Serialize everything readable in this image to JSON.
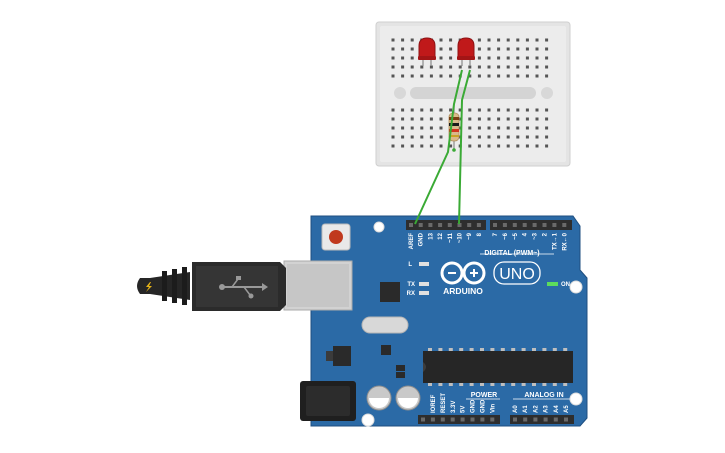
{
  "board": {
    "name": "ARDUINO",
    "model": "UNO",
    "on_label": "ON",
    "digital_label": "DIGITAL (PWM~)",
    "power_label": "POWER",
    "analog_label": "ANALOG IN",
    "led_l": "L",
    "led_tx": "TX",
    "led_rx": "RX",
    "digital_pins_left": [
      "AREF",
      "GND",
      "13",
      "12",
      "~11",
      "~10",
      "~9",
      "8"
    ],
    "digital_pins_right": [
      "7",
      "~6",
      "~5",
      "4",
      "~3",
      "2",
      "TX→1",
      "RX←0"
    ],
    "power_pins": [
      "IOREF",
      "RESET",
      "3.3V",
      "5V",
      "GND",
      "GND",
      "Vin"
    ],
    "analog_pins": [
      "A0",
      "A1",
      "A2",
      "A3",
      "A4",
      "A5"
    ]
  },
  "components": {
    "leds": [
      "led-1",
      "led-2"
    ],
    "resistor": "resistor",
    "wires": [
      "wire-gnd",
      "wire-pin-10"
    ]
  },
  "colors": {
    "board": "#2b6aa6",
    "header": "#2e2e2e",
    "breadboard": "#e6e6e6",
    "led": "#c0191a",
    "wire": "#3aaa35",
    "usb_body": "#2b2b2b",
    "usb_metal": "#c9c9c9"
  }
}
